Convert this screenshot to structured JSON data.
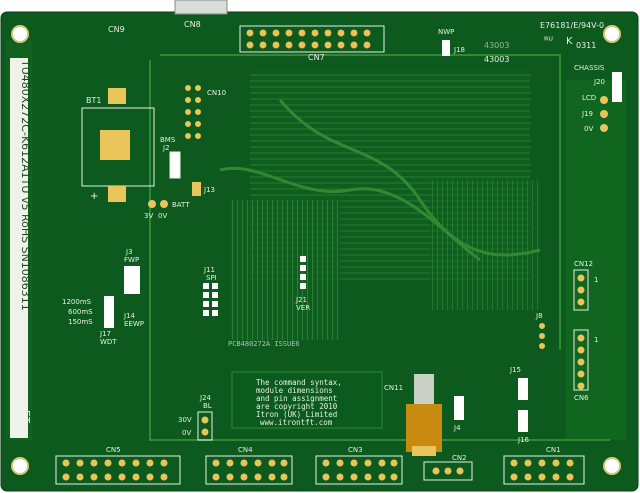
{
  "board": {
    "side_label": "TU480X272C-K612A1TU v5  RoHS  SN1086311",
    "corner_label": "ET",
    "pcb_number": "PCB480272A  ISSUE6",
    "certification": "E76181/E/94V-0",
    "date_code": "0311",
    "part_codes": [
      "43003",
      "43003"
    ],
    "copyright_lines": [
      "The command syntax,",
      "module dimensions",
      "and pin assignment",
      "are copyright 2010",
      "Itron (UK) Limited",
      "www.itrontft.com"
    ]
  },
  "connectors": {
    "cn1": "CN1",
    "cn2": "CN2",
    "cn3": "CN3",
    "cn4": "CN4",
    "cn5": "CN5",
    "cn6": "CN6",
    "cn7": "CN7",
    "cn8": "CN8",
    "cn9": "CN9",
    "cn10": "CN10",
    "cn11": "CN11",
    "cn12": "CN12"
  },
  "jumpers": {
    "j2": "J2",
    "j3": "J3",
    "j4": "J4",
    "j8": "J8",
    "j11": "J11",
    "j13": "J13",
    "j14": "J14",
    "j15": "J15",
    "j16": "J16",
    "j17": "J17",
    "j18": "J18",
    "j19": "J19",
    "j20": "J20",
    "j21": "J21",
    "j24": "J24"
  },
  "labels": {
    "bt1": "BT1",
    "bms": "BMS",
    "batt": "BATT",
    "v3": "3V",
    "v0": "0V",
    "fwp": "FWP",
    "eewp": "EEWP",
    "wdt": "WDT",
    "t1200": "1200mS",
    "t600": "600mS",
    "t150": "150mS",
    "spi": "SPI",
    "ver": "VER",
    "nwp": "NWP",
    "chassis": "CHASSIS",
    "lcd": "LCD",
    "ov": "0V",
    "bl": "BL",
    "v30": "30V",
    "blov": "0V",
    "one": "1"
  },
  "colors": {
    "board": "#0d5a1f",
    "plane": "#10661f",
    "trace": "#2f8a33",
    "silk": "#e8efe4",
    "gold": "#e9c45a",
    "kapton": "#c98a12"
  }
}
